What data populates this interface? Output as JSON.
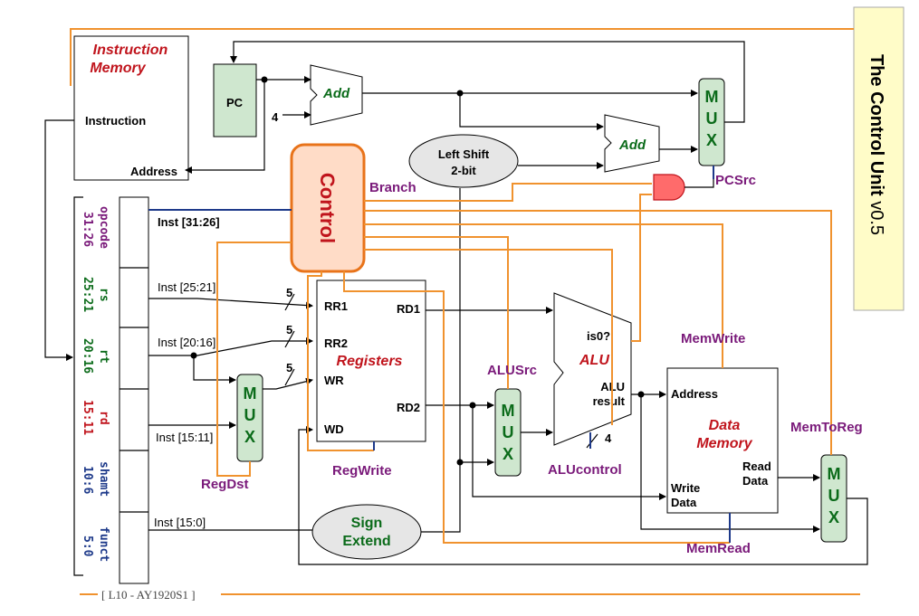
{
  "title_main": "The Control Unit",
  "title_version": " v0.5",
  "footer": "[ L10 - AY1920S1 ]",
  "instruction_memory": {
    "line1": "Instruction",
    "line2": "Memory",
    "instruction": "Instruction",
    "address": "Address"
  },
  "pc": "PC",
  "four": "4",
  "add_label": "Add",
  "mux_letters": [
    "M",
    "U",
    "X"
  ],
  "left_shift": {
    "line1": "Left Shift",
    "line2": "2-bit"
  },
  "control": "Control",
  "signals": {
    "branch": "Branch",
    "pcsrc": "PCSrc",
    "regdst": "RegDst",
    "regwrite": "RegWrite",
    "alusrc": "ALUSrc",
    "alucontrol": "ALUcontrol",
    "memwrite": "MemWrite",
    "memread": "MemRead",
    "memtoreg": "MemToReg"
  },
  "inst_labels": {
    "i31_26": "Inst [31:26]",
    "i25_21": "Inst [25:21]",
    "i20_16": "Inst [20:16]",
    "i15_11": "Inst [15:11]",
    "i15_0": "Inst [15:0]"
  },
  "bus_width": "5",
  "alu_width": "4",
  "fields": [
    {
      "name": "opcode",
      "bits": "31:26",
      "color": "#7a1a7a"
    },
    {
      "name": "rs",
      "bits": "25:21",
      "color": "#0b6b1a"
    },
    {
      "name": "rt",
      "bits": "20:16",
      "color": "#0b6b1a"
    },
    {
      "name": "rd",
      "bits": "15:11",
      "color": "#c0141c"
    },
    {
      "name": "shamt",
      "bits": "10:6",
      "color": "#1e3a8a"
    },
    {
      "name": "funct",
      "bits": "5:0",
      "color": "#1e3a8a"
    }
  ],
  "registers": {
    "title": "Registers",
    "rr1": "RR1",
    "rr2": "RR2",
    "wr": "WR",
    "wd": "WD",
    "rd1": "RD1",
    "rd2": "RD2"
  },
  "alu": {
    "title": "ALU",
    "is0": "is0?",
    "res1": "ALU",
    "res2": "result"
  },
  "data_memory": {
    "line1": "Data",
    "line2": "Memory",
    "address": "Address",
    "write1": "Write",
    "write2": "Data",
    "read1": "Read",
    "read2": "Data"
  },
  "sign_extend": {
    "line1": "Sign",
    "line2": "Extend"
  }
}
